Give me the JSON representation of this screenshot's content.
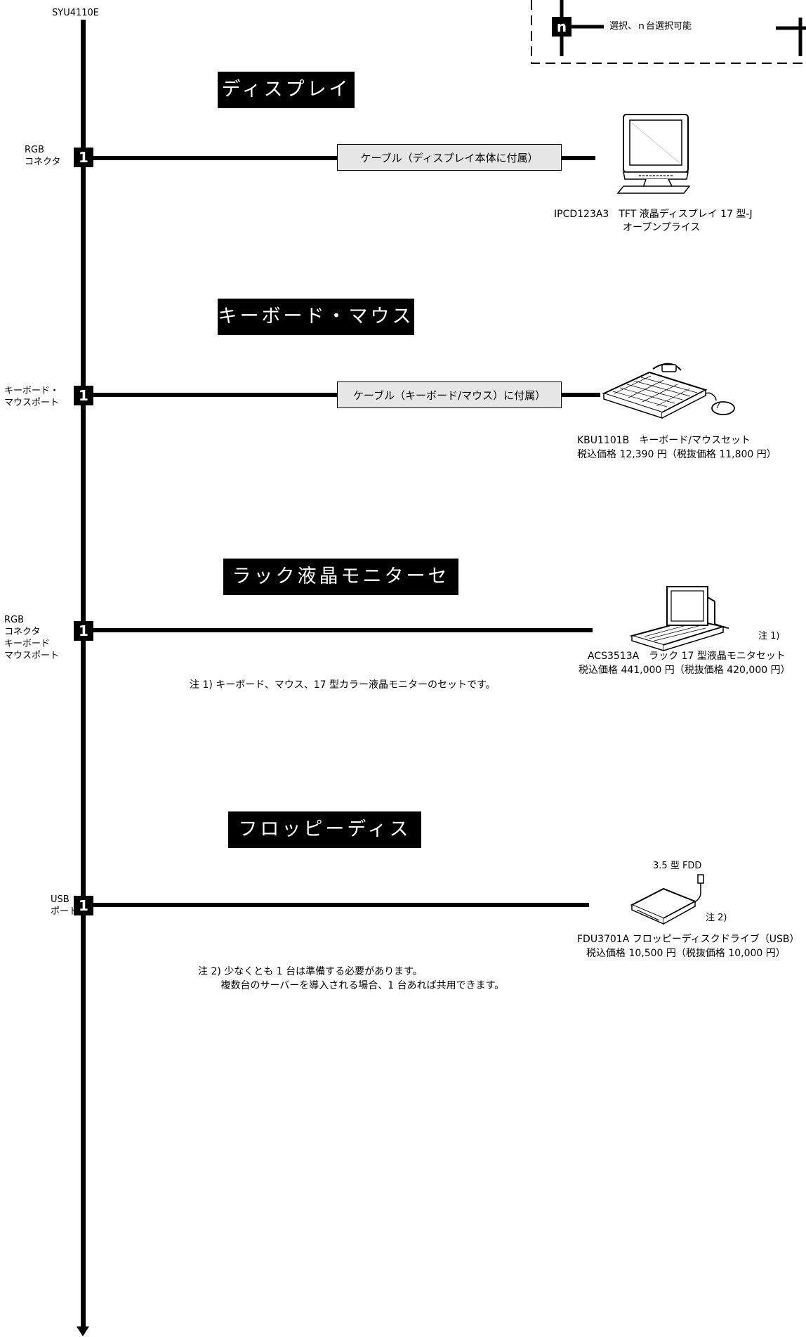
{
  "model_label": "SYU4110E",
  "legend": {
    "badge": "n",
    "text": "選択、ｎ台選択可能"
  },
  "sections": [
    {
      "title": "ディスプレイ",
      "port_label": "RGB\nコネクタ",
      "count": "1",
      "cable": "ケーブル（ディスプレイ本体に付属）",
      "product_line1": "IPCD123A3　TFT 液晶ディスプレイ 17 型-J",
      "product_line2": "オープンプライス",
      "icon": "monitor-icon"
    },
    {
      "title": "キーボード・マウス",
      "port_label": "キーボード・\nマウスポート",
      "count": "1",
      "cable": "ケーブル（キーボード/マウス）に付属）",
      "product_line1": "KBU1101B　キーボード/マウスセット",
      "product_line2": "税込価格 12,390 円（税抜価格 11,800 円）",
      "icon": "keyboard-mouse-icon"
    },
    {
      "title": "ラック液晶モニターセット",
      "port_label": "RGB\nコネクタ\nキーボード\nマウスポート",
      "count": "1",
      "note_mark": "注 1)",
      "product_line1": "ACS3513A　ラック 17 型液晶モニタセット",
      "product_line2": "税込価格 441,000 円（税抜価格 420,000 円）",
      "note": "注 1) キーボード、マウス、17 型カラー液晶モニターのセットです。",
      "icon": "rack-monitor-icon"
    },
    {
      "title": "フロッピーディスク",
      "port_label": "USB\nポート",
      "count": "1",
      "device_label": "3.5 型 FDD",
      "note_mark": "注 2)",
      "product_line1": "FDU3701A フロッピーディスクドライブ（USB）",
      "product_line2": "税込価格 10,500 円（税抜価格 10,000 円）",
      "note": "注 2) 少なくとも 1 台は準備する必要があります。\n　　 複数台のサーバーを導入される場合、1 台あれば共用できます。",
      "icon": "floppy-drive-icon"
    }
  ]
}
